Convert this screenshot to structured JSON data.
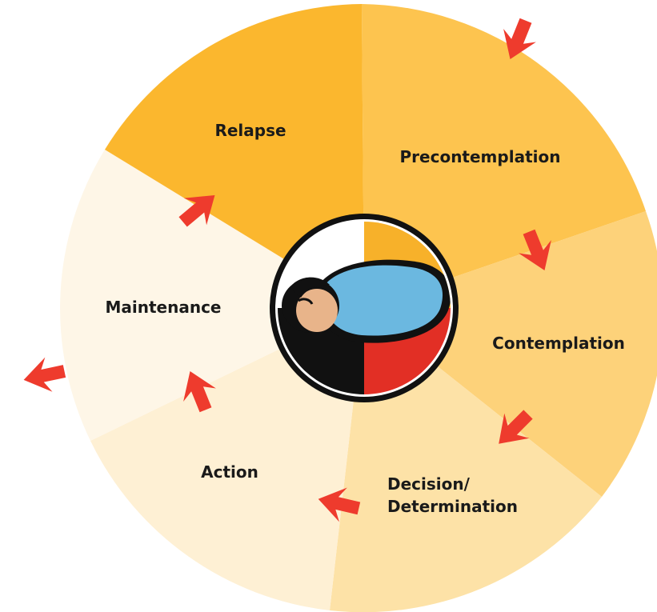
{
  "stages": [
    {
      "id": "precontemplation",
      "label": "Precontemplation",
      "color": "#FDC44F"
    },
    {
      "id": "contemplation",
      "label": "Contemplation",
      "color": "#FDD27A"
    },
    {
      "id": "decision",
      "label_line1": "Decision/",
      "label_line2": "Determination",
      "color": "#FDE2A7"
    },
    {
      "id": "action",
      "label": "Action",
      "color": "#FEF0D4"
    },
    {
      "id": "maintenance",
      "label": "Maintenance",
      "color": "#FEF6E7"
    },
    {
      "id": "relapse",
      "label": "Relapse",
      "color": "#FBB72E"
    }
  ],
  "arrow_color": "#EE3B2D",
  "center_logo": {
    "colors": {
      "white": "#FFFFFF",
      "yellow": "#F7B12A",
      "red": "#E22F25",
      "black": "#111111",
      "blue": "#6BB8E0",
      "skin": "#E8B48A"
    }
  }
}
